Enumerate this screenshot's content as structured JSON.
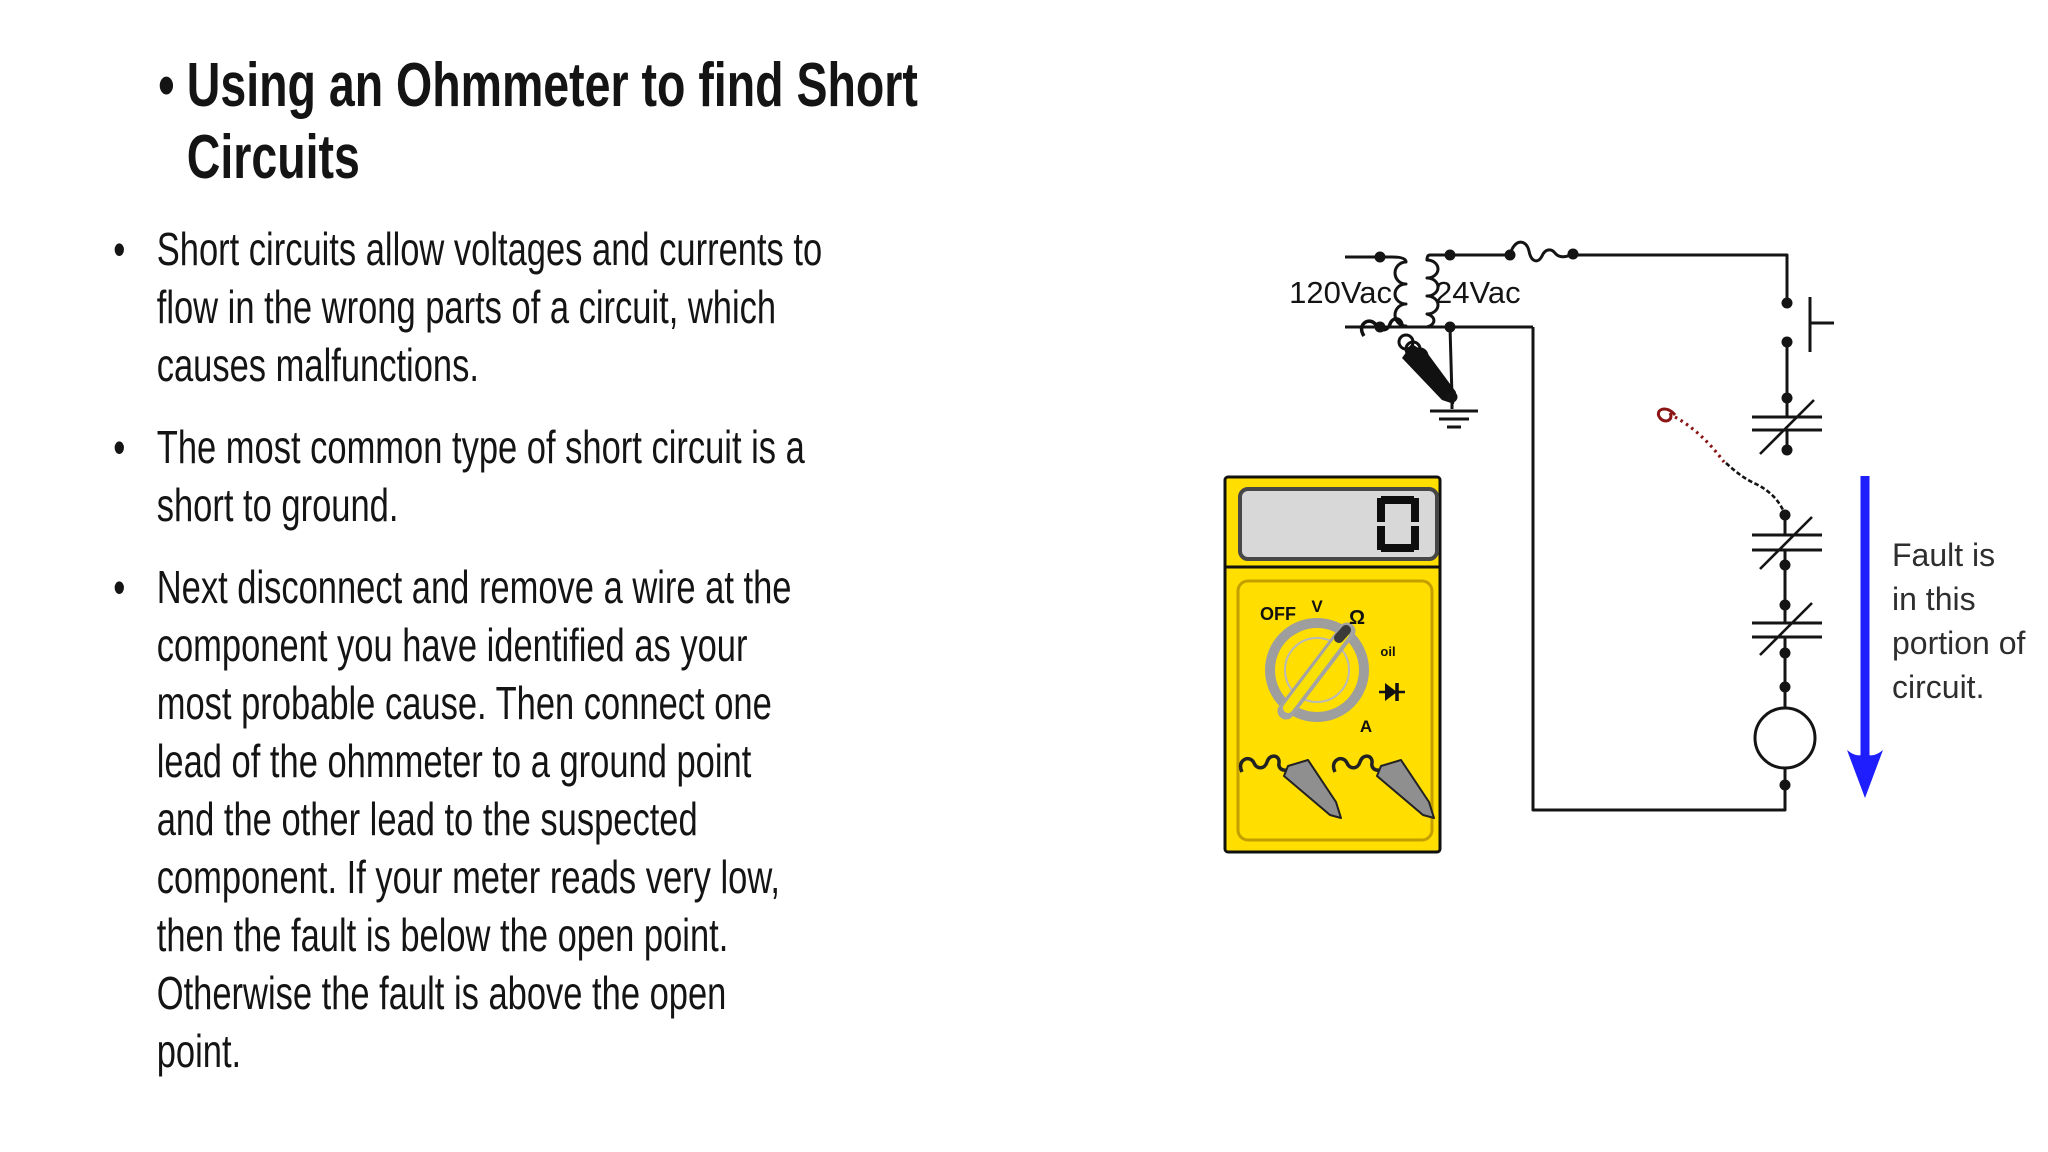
{
  "slide": {
    "bullet_marker": "•",
    "title": "Using an Ohmmeter to find Short Circuits",
    "bullets": [
      "Short circuits allow voltages and currents to\nflow in the wrong parts of a circuit, which\ncauses malfunctions.",
      "The most common type of short circuit is a\nshort to ground.",
      "Next disconnect and remove a wire at the\ncomponent you have identified as your\nmost probable cause. Then connect one\nlead of the ohmmeter to a ground point\nand the other lead to the suspected\ncomponent. If your meter reads very low,\nthen the fault is below the open point.\nOtherwise the fault is above the open\npoint."
    ]
  },
  "diagram": {
    "transformer": {
      "primary_label": "120Vac",
      "secondary_label": "24Vac"
    },
    "fault_note_lines": [
      "Fault is",
      "in this",
      "portion of",
      "circuit."
    ],
    "meter": {
      "display_value": "0",
      "dial": {
        "off": "OFF",
        "volts": "V",
        "ohms": "Ω",
        "oil": "oil",
        "amps": "A"
      }
    },
    "colors": {
      "meter_yellow": "#ffde00",
      "lcd_gray": "#d8d8d8",
      "arrow_blue": "#1e1eff",
      "broken_wire_red": "#8b1414",
      "wire_black": "#141414"
    }
  }
}
